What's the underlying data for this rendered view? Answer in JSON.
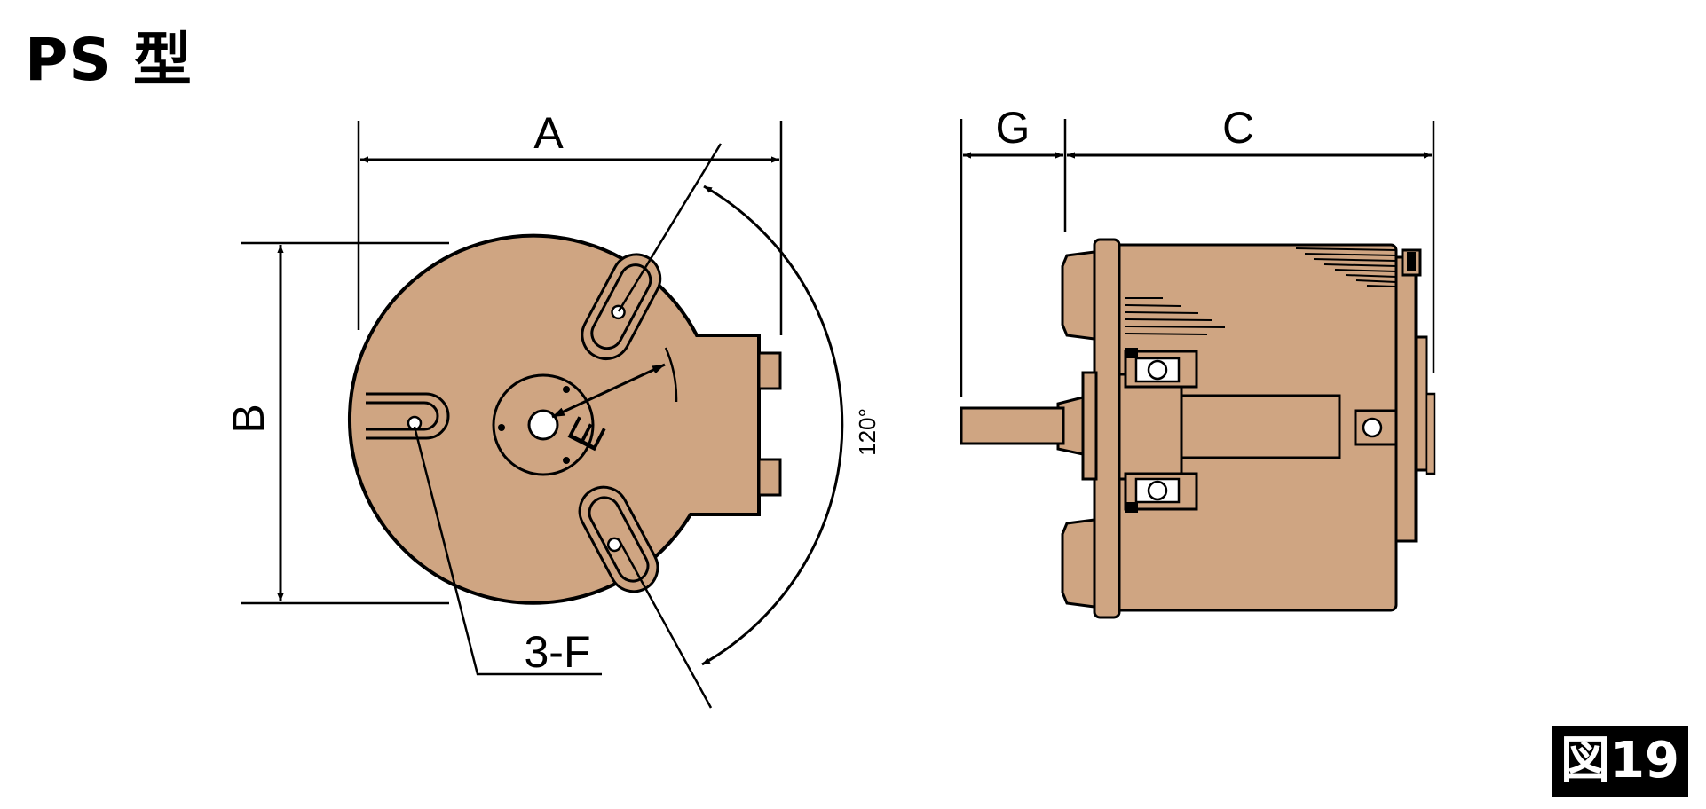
{
  "title": "PS 型",
  "figure_label": "図19",
  "front_view": {
    "label_a": "A",
    "label_b": "B",
    "label_e": "E",
    "label_f": "3-F",
    "angle": "120°"
  },
  "side_view": {
    "label_g": "G",
    "label_c": "C"
  },
  "colors": {
    "body_fill": "#cfa582",
    "line": "#000000",
    "background": "#ffffff"
  }
}
